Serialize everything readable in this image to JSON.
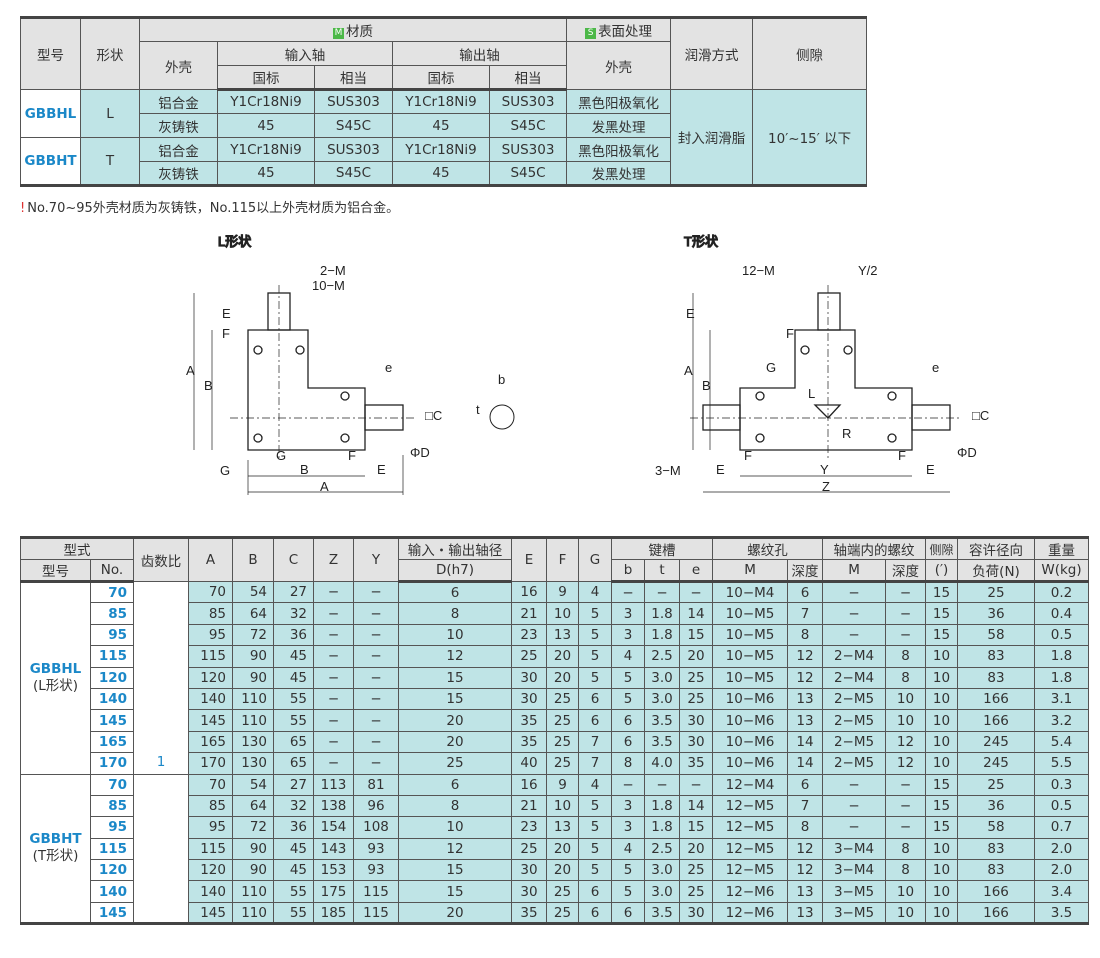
{
  "spec_table": {
    "headers": {
      "model": "型号",
      "shape": "形状",
      "material": "材质",
      "material_badge": "M",
      "housing": "外壳",
      "input_shaft": "输入轴",
      "output_shaft": "输出轴",
      "gb": "国标",
      "equiv": "相当",
      "surface": "表面处理",
      "surface_badge": "S",
      "surface_housing": "外壳",
      "lube": "润滑方式",
      "backlash": "侧隙"
    },
    "groups": [
      {
        "model": "GBBHL",
        "shape": "L",
        "rows": [
          [
            "铝合金",
            "Y1Cr18Ni9",
            "SUS303",
            "Y1Cr18Ni9",
            "SUS303",
            "黑色阳极氧化"
          ],
          [
            "灰铸铁",
            "45",
            "S45C",
            "45",
            "S45C",
            "发黑处理"
          ]
        ]
      },
      {
        "model": "GBBHT",
        "shape": "T",
        "rows": [
          [
            "铝合金",
            "Y1Cr18Ni9",
            "SUS303",
            "Y1Cr18Ni9",
            "SUS303",
            "黑色阳极氧化"
          ],
          [
            "灰铸铁",
            "45",
            "S45C",
            "45",
            "S45C",
            "发黑处理"
          ]
        ]
      }
    ],
    "lube": "封入润滑脂",
    "backlash": "10′~15′ 以下"
  },
  "note": {
    "icon": "!",
    "text": "No.70~95外壳材质为灰铸铁，No.115以上外壳材质为铝合金。"
  },
  "diagrams": {
    "l_title": "L形状",
    "t_title": "T形状",
    "l_labels": {
      "m2": "2−M",
      "m10": "10−M",
      "E1": "E",
      "F1": "F",
      "A": "A",
      "B": "B",
      "G": "G",
      "G2": "G",
      "B2": "B",
      "F2": "F",
      "E2": "E",
      "A2": "A",
      "e": "e",
      "C": "□C",
      "D": "ΦD"
    },
    "key_labels": {
      "b": "b",
      "t": "t"
    },
    "t_labels": {
      "m12": "12−M",
      "Y2": "Y/2",
      "E1": "E",
      "F1": "F",
      "A": "A",
      "B": "B",
      "G": "G",
      "L": "L",
      "R": "R",
      "e": "e",
      "C": "□C",
      "D": "ΦD",
      "m3": "3−M",
      "E2": "E",
      "F2": "F",
      "Y": "Y",
      "F3": "F",
      "E3": "E",
      "Z": "Z"
    }
  },
  "dim_table": {
    "headers": {
      "type": "型式",
      "model": "型号",
      "no": "No.",
      "ratio": "齿数比",
      "A": "A",
      "B": "B",
      "C": "C",
      "Z": "Z",
      "Y": "Y",
      "shaft": "输入・输出轴径",
      "D": "D(h7)",
      "E": "E",
      "F": "F",
      "G": "G",
      "keyway": "键槽",
      "b": "b",
      "t": "t",
      "e": "e",
      "thread": "螺纹孔",
      "M": "M",
      "depth": "深度",
      "end_thread": "轴端内的螺纹",
      "M2": "M",
      "depth2": "深度",
      "backlash": "侧隙",
      "backlash_unit": "(′)",
      "load": "容许径向",
      "load2": "负荷(N)",
      "weight": "重量",
      "weight2": "W(kg)"
    },
    "ratio": "1",
    "groups": [
      {
        "model": "GBBHL",
        "sub": "(L形状)",
        "rows": [
          [
            "70",
            "70",
            "54",
            "27",
            "−",
            "−",
            "6",
            "16",
            "9",
            "4",
            "−",
            "−",
            "−",
            "10−M4",
            "6",
            "−",
            "−",
            "15",
            "25",
            "0.2"
          ],
          [
            "85",
            "85",
            "64",
            "32",
            "−",
            "−",
            "8",
            "21",
            "10",
            "5",
            "3",
            "1.8",
            "14",
            "10−M5",
            "7",
            "−",
            "−",
            "15",
            "36",
            "0.4"
          ],
          [
            "95",
            "95",
            "72",
            "36",
            "−",
            "−",
            "10",
            "23",
            "13",
            "5",
            "3",
            "1.8",
            "15",
            "10−M5",
            "8",
            "−",
            "−",
            "15",
            "58",
            "0.5"
          ],
          [
            "115",
            "115",
            "90",
            "45",
            "−",
            "−",
            "12",
            "25",
            "20",
            "5",
            "4",
            "2.5",
            "20",
            "10−M5",
            "12",
            "2−M4",
            "8",
            "10",
            "83",
            "1.8"
          ],
          [
            "120",
            "120",
            "90",
            "45",
            "−",
            "−",
            "15",
            "30",
            "20",
            "5",
            "5",
            "3.0",
            "25",
            "10−M5",
            "12",
            "2−M4",
            "8",
            "10",
            "83",
            "1.8"
          ],
          [
            "140",
            "140",
            "110",
            "55",
            "−",
            "−",
            "15",
            "30",
            "25",
            "6",
            "5",
            "3.0",
            "25",
            "10−M6",
            "13",
            "2−M5",
            "10",
            "10",
            "166",
            "3.1"
          ],
          [
            "145",
            "145",
            "110",
            "55",
            "−",
            "−",
            "20",
            "35",
            "25",
            "6",
            "6",
            "3.5",
            "30",
            "10−M6",
            "13",
            "2−M5",
            "10",
            "10",
            "166",
            "3.2"
          ],
          [
            "165",
            "165",
            "130",
            "65",
            "−",
            "−",
            "20",
            "35",
            "25",
            "7",
            "6",
            "3.5",
            "30",
            "10−M6",
            "14",
            "2−M5",
            "12",
            "10",
            "245",
            "5.4"
          ],
          [
            "170",
            "170",
            "130",
            "65",
            "−",
            "−",
            "25",
            "40",
            "25",
            "7",
            "8",
            "4.0",
            "35",
            "10−M6",
            "14",
            "2−M5",
            "12",
            "10",
            "245",
            "5.5"
          ]
        ]
      },
      {
        "model": "GBBHT",
        "sub": "(T形状)",
        "rows": [
          [
            "70",
            "70",
            "54",
            "27",
            "113",
            "81",
            "6",
            "16",
            "9",
            "4",
            "−",
            "−",
            "−",
            "12−M4",
            "6",
            "−",
            "−",
            "15",
            "25",
            "0.3"
          ],
          [
            "85",
            "85",
            "64",
            "32",
            "138",
            "96",
            "8",
            "21",
            "10",
            "5",
            "3",
            "1.8",
            "14",
            "12−M5",
            "7",
            "−",
            "−",
            "15",
            "36",
            "0.5"
          ],
          [
            "95",
            "95",
            "72",
            "36",
            "154",
            "108",
            "10",
            "23",
            "13",
            "5",
            "3",
            "1.8",
            "15",
            "12−M5",
            "8",
            "−",
            "−",
            "15",
            "58",
            "0.7"
          ],
          [
            "115",
            "115",
            "90",
            "45",
            "143",
            "93",
            "12",
            "25",
            "20",
            "5",
            "4",
            "2.5",
            "20",
            "12−M5",
            "12",
            "3−M4",
            "8",
            "10",
            "83",
            "2.0"
          ],
          [
            "120",
            "120",
            "90",
            "45",
            "153",
            "93",
            "15",
            "30",
            "20",
            "5",
            "5",
            "3.0",
            "25",
            "12−M5",
            "12",
            "3−M4",
            "8",
            "10",
            "83",
            "2.0"
          ],
          [
            "140",
            "140",
            "110",
            "55",
            "175",
            "115",
            "15",
            "30",
            "25",
            "6",
            "5",
            "3.0",
            "25",
            "12−M6",
            "13",
            "3−M5",
            "10",
            "10",
            "166",
            "3.4"
          ],
          [
            "145",
            "145",
            "110",
            "55",
            "185",
            "115",
            "20",
            "35",
            "25",
            "6",
            "6",
            "3.5",
            "30",
            "12−M6",
            "13",
            "3−M5",
            "10",
            "10",
            "166",
            "3.5"
          ]
        ]
      }
    ]
  }
}
